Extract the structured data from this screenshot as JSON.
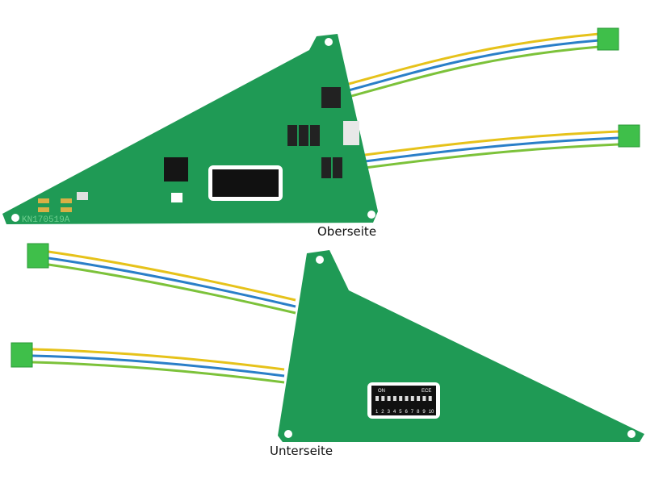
{
  "labels": {
    "top": "Oberseite",
    "bottom": "Unterseite"
  },
  "board_marking": "KN170519A",
  "dip_switch": {
    "on_label": "ON",
    "brand": "ECE",
    "numbers": [
      "1",
      "2",
      "3",
      "4",
      "5",
      "6",
      "7",
      "8",
      "9",
      "10"
    ]
  },
  "colors": {
    "pcb": "#1f9a55",
    "pcb_dark": "#178a48",
    "wire_yellow": "#e6c21a",
    "wire_blue": "#2a7fc8",
    "wire_green": "#7cc23a",
    "connector": "#3fbf4a",
    "pad": "#d8b045"
  }
}
